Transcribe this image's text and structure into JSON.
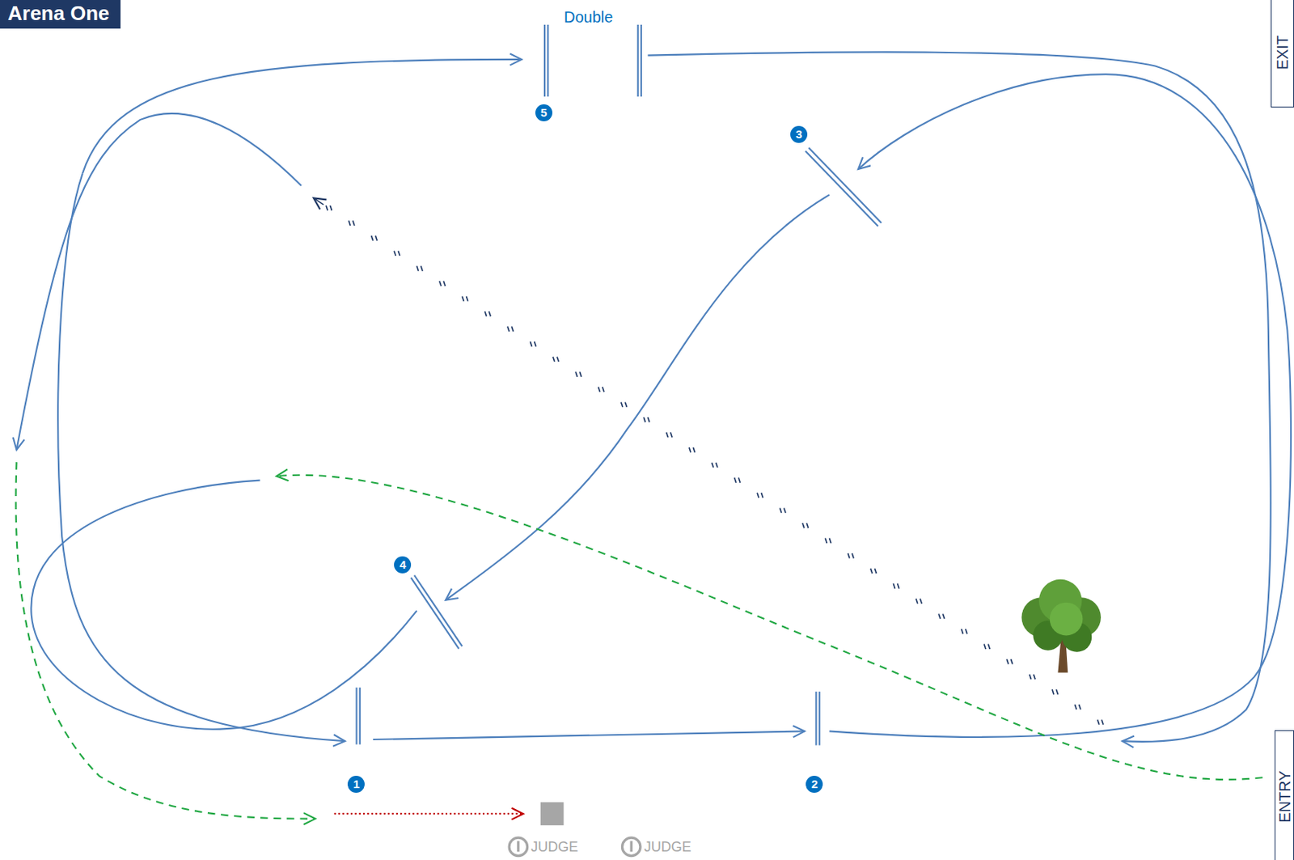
{
  "diagram": {
    "title": "Arena One",
    "nodes": [
      {
        "text": [
          "EXIT"
        ]
      },
      {
        "text": [
          "ENTRY"
        ]
      }
    ],
    "labels": [
      "Double",
      "5",
      "3",
      "4",
      "1",
      "2",
      "JUDGE",
      "JUDGE"
    ]
  }
}
